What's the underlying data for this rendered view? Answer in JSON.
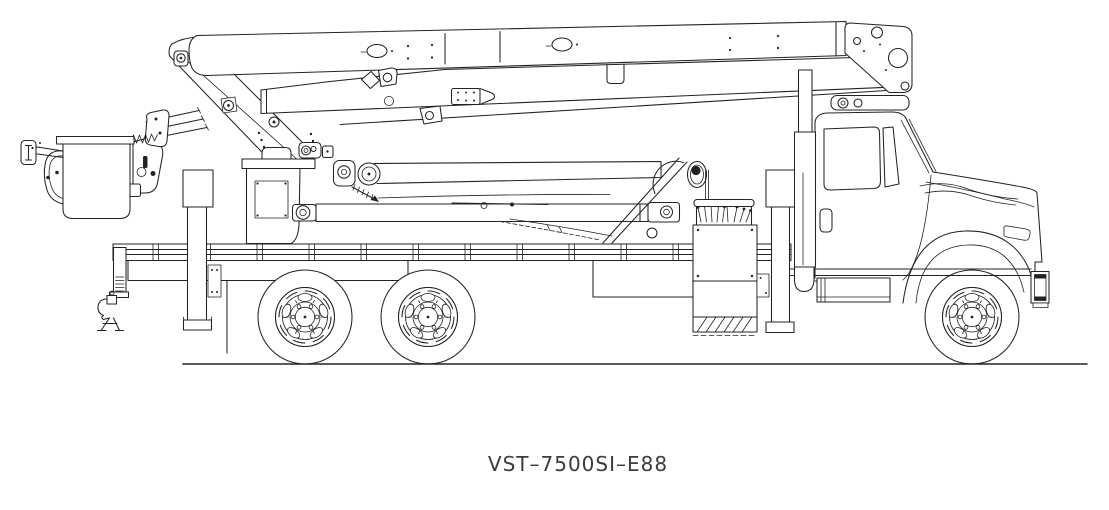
{
  "caption": {
    "model_label": "VST–7500SI–E88"
  },
  "colors": {
    "line": "#232323",
    "background": "#ffffff",
    "caption_text": "#3c3c3c"
  },
  "drawing_type": "technical-side-elevation-line-drawing",
  "subject": "aerial-lift-bucket-truck",
  "parts": [
    "platform-bucket",
    "jib-arm",
    "leveling-rods",
    "tension-spring",
    "riser-arm",
    "upper-boom",
    "mid-boom",
    "elbow-plate",
    "boom-tip-link",
    "lower-boom",
    "turret-pivot",
    "lift-cylinder",
    "extension-cylinder",
    "hydraulic-hoses",
    "pedestal",
    "boom-rest-pulley",
    "control-station",
    "rear-outrigger",
    "mid-outrigger",
    "exhaust-stack",
    "flatbed-chassis",
    "rear-jack",
    "pintle-hook",
    "rear-wheel-1",
    "rear-wheel-2",
    "front-wheel",
    "truck-cab",
    "front-bumper",
    "ground-line"
  ]
}
